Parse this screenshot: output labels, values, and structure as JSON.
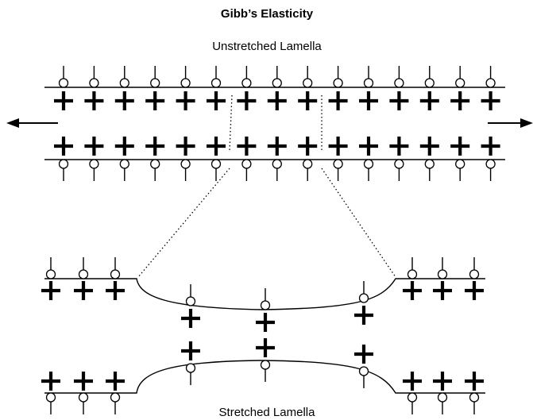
{
  "title": "Gibb’s Elasticity",
  "top_label": "Unstretched Lamella",
  "bottom_label": "Stretched Lamella",
  "colors": {
    "ink": "#000000",
    "background": "#ffffff",
    "head_fill": "#ffffff"
  },
  "icons": {
    "surfactant": "circle-head-with-tail",
    "charge": "plus-sign",
    "force": "arrow"
  }
}
